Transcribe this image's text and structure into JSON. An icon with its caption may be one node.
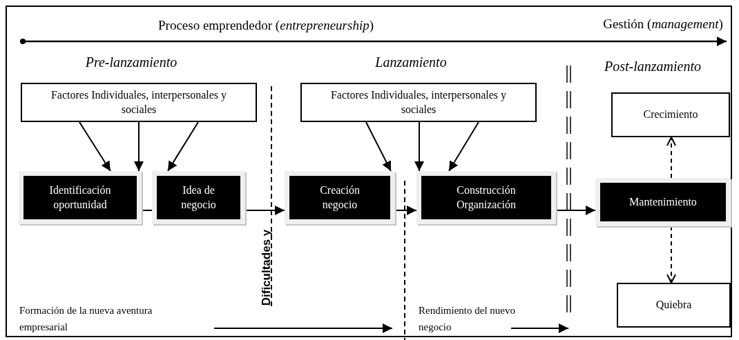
{
  "diagram": {
    "nodes": [
      {
        "text": [
          "Factores Individuales, interpersonales y sociales"
        ]
      },
      {
        "text": [
          "Identificación oportunidad"
        ]
      },
      {
        "text": [
          "Idea de negocio"
        ]
      },
      {
        "text": [
          "Factores Individuales, interpersonales y sociales"
        ]
      },
      {
        "text": [
          "Creación negocio"
        ]
      },
      {
        "text": [
          "Construcción Organización"
        ]
      },
      {
        "text": [
          "Crecimiento"
        ]
      },
      {
        "text": [
          "Mantenimiento"
        ]
      },
      {
        "text": [
          "Quiebra"
        ]
      }
    ],
    "edges": [
      {
        "from": 0,
        "to": 1,
        "arrow": "to"
      },
      {
        "from": 0,
        "to": 1,
        "arrow": "to"
      },
      {
        "from": 0,
        "to": 2,
        "arrow": "to"
      },
      {
        "from": 1,
        "to": 2,
        "arrow": "none"
      },
      {
        "from": 2,
        "to": 4,
        "arrow": "to"
      },
      {
        "from": 3,
        "to": 4,
        "arrow": "to"
      },
      {
        "from": 3,
        "to": 5,
        "arrow": "to"
      },
      {
        "from": 3,
        "to": 5,
        "arrow": "to"
      },
      {
        "from": 4,
        "to": 5,
        "arrow": "to"
      },
      {
        "from": 5,
        "to": 7,
        "arrow": "to"
      },
      {
        "from": 7,
        "to": 6,
        "arrow": "to",
        "style": "dashed"
      },
      {
        "from": 7,
        "to": 8,
        "arrow": "to",
        "style": "dashed"
      }
    ],
    "labels": [
      "Proceso emprendedor (*entrepreneurship*)",
      "Gestión (*management*)",
      "Pre-lanzamiento",
      "Lanzamiento",
      "Post-lanzamiento",
      "Dificultades y",
      "Formación de la nueva aventura empresarial",
      "Rendimiento del nuevo negocio"
    ]
  }
}
